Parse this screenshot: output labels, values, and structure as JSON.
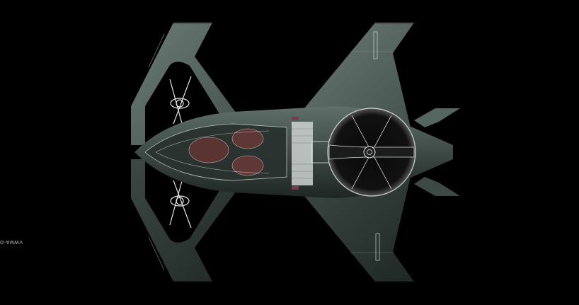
{
  "image": {
    "description": "Top-down render of a dark green VTOL concept aircraft on a black background",
    "background_color": "#000000",
    "body_color": "#4f5e58",
    "body_dark_color": "#1c2421",
    "cockpit_seat_color": "#6b3e3a",
    "wireframe_color": "#d8dcda",
    "registration_mark": "G-AMWV",
    "components": [
      "forward-wing-upper",
      "forward-wing-lower",
      "rotor-upper",
      "rotor-lower",
      "cockpit-canopy",
      "engine-block",
      "ducted-fan",
      "tail-fins",
      "rear-winglets"
    ]
  }
}
